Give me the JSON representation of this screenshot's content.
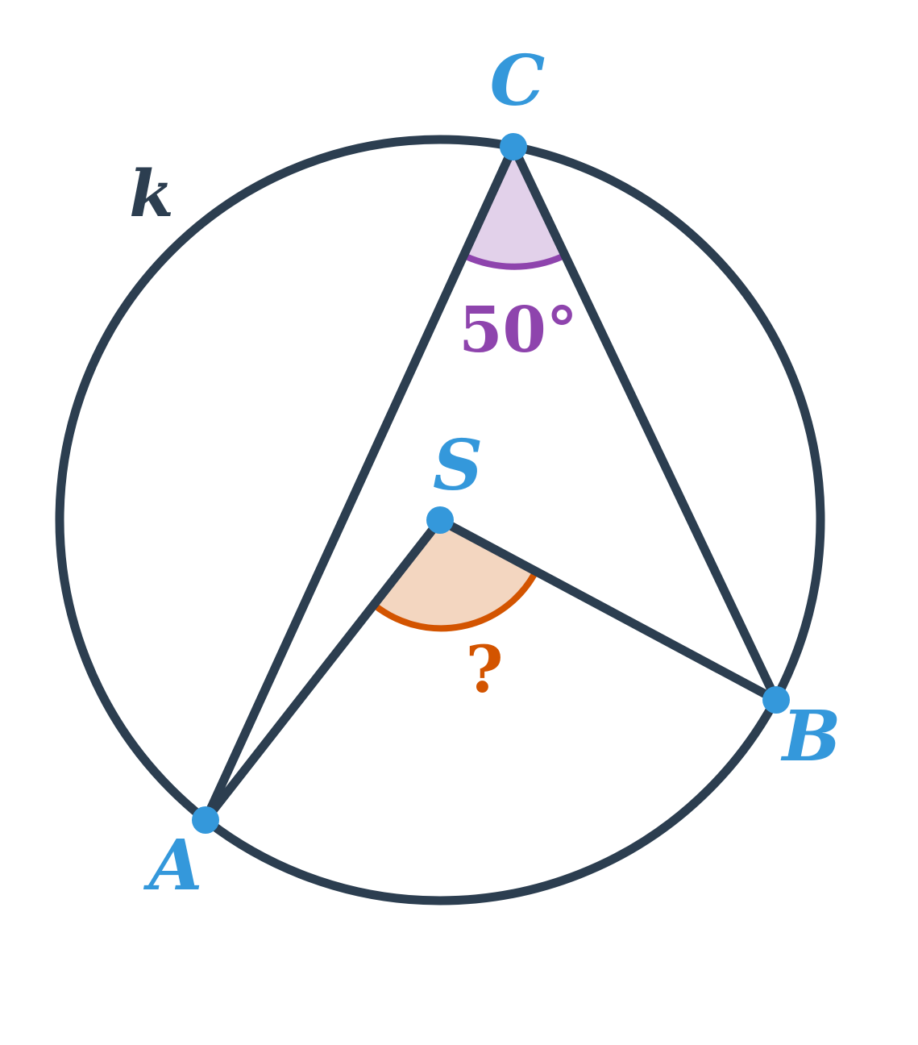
{
  "figure": {
    "circle_label": "k",
    "points": {
      "A": "A",
      "B": "B",
      "C": "C",
      "S": "S"
    },
    "inscribed_angle_label": "50°",
    "central_angle_label": "?"
  },
  "colors": {
    "stroke": "#2c3e50",
    "point": "#3498db",
    "inscribed_angle": "#8e44ad",
    "inscribed_angle_fill": "#e2d1ea",
    "central_angle": "#d35400",
    "central_angle_fill": "#f3d6c0"
  }
}
